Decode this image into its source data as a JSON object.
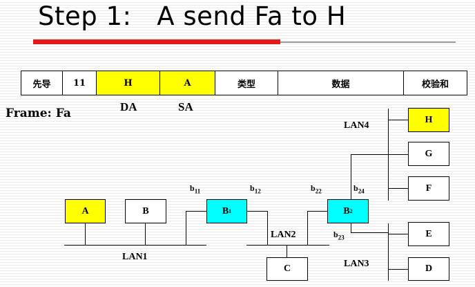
{
  "title": "Step 1:   A send Fa to H",
  "frame": {
    "fields": [
      {
        "label": "先导",
        "highlight": false
      },
      {
        "label": "11",
        "highlight": false
      },
      {
        "label": "H",
        "highlight": true
      },
      {
        "label": "A",
        "highlight": true
      },
      {
        "label": "类型",
        "highlight": false
      },
      {
        "label": "数据",
        "highlight": false
      },
      {
        "label": "校验和",
        "highlight": false
      }
    ],
    "da_label": "DA",
    "sa_label": "SA",
    "caption": "Frame:  Fa"
  },
  "nodes": {
    "A": "A",
    "B": "B",
    "C": "C",
    "D": "D",
    "E": "E",
    "F": "F",
    "G": "G",
    "H": "H",
    "B1": {
      "base": "B",
      "sub": "1"
    },
    "B2": {
      "base": "B",
      "sub": "2"
    }
  },
  "ports": {
    "b11": {
      "base": "b",
      "sub": "11"
    },
    "b12": {
      "base": "b",
      "sub": "12"
    },
    "b22": {
      "base": "b",
      "sub": "22"
    },
    "b24": {
      "base": "b",
      "sub": "24"
    },
    "b23": {
      "base": "b",
      "sub": "23"
    }
  },
  "lans": {
    "lan1": "LAN1",
    "lan2": "LAN2",
    "lan3": "LAN3",
    "lan4": "LAN4"
  },
  "colors": {
    "highlight": "#ffff00",
    "bridge": "#00ffff",
    "title_bar": "#e41a1c"
  }
}
